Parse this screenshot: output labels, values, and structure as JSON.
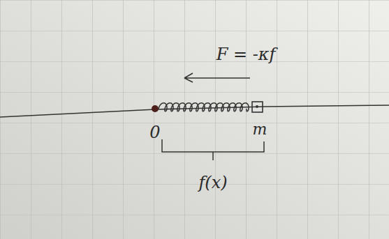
{
  "diagram": {
    "labels": [
      "F = -κf",
      "0",
      "m",
      "f(x)"
    ]
  }
}
